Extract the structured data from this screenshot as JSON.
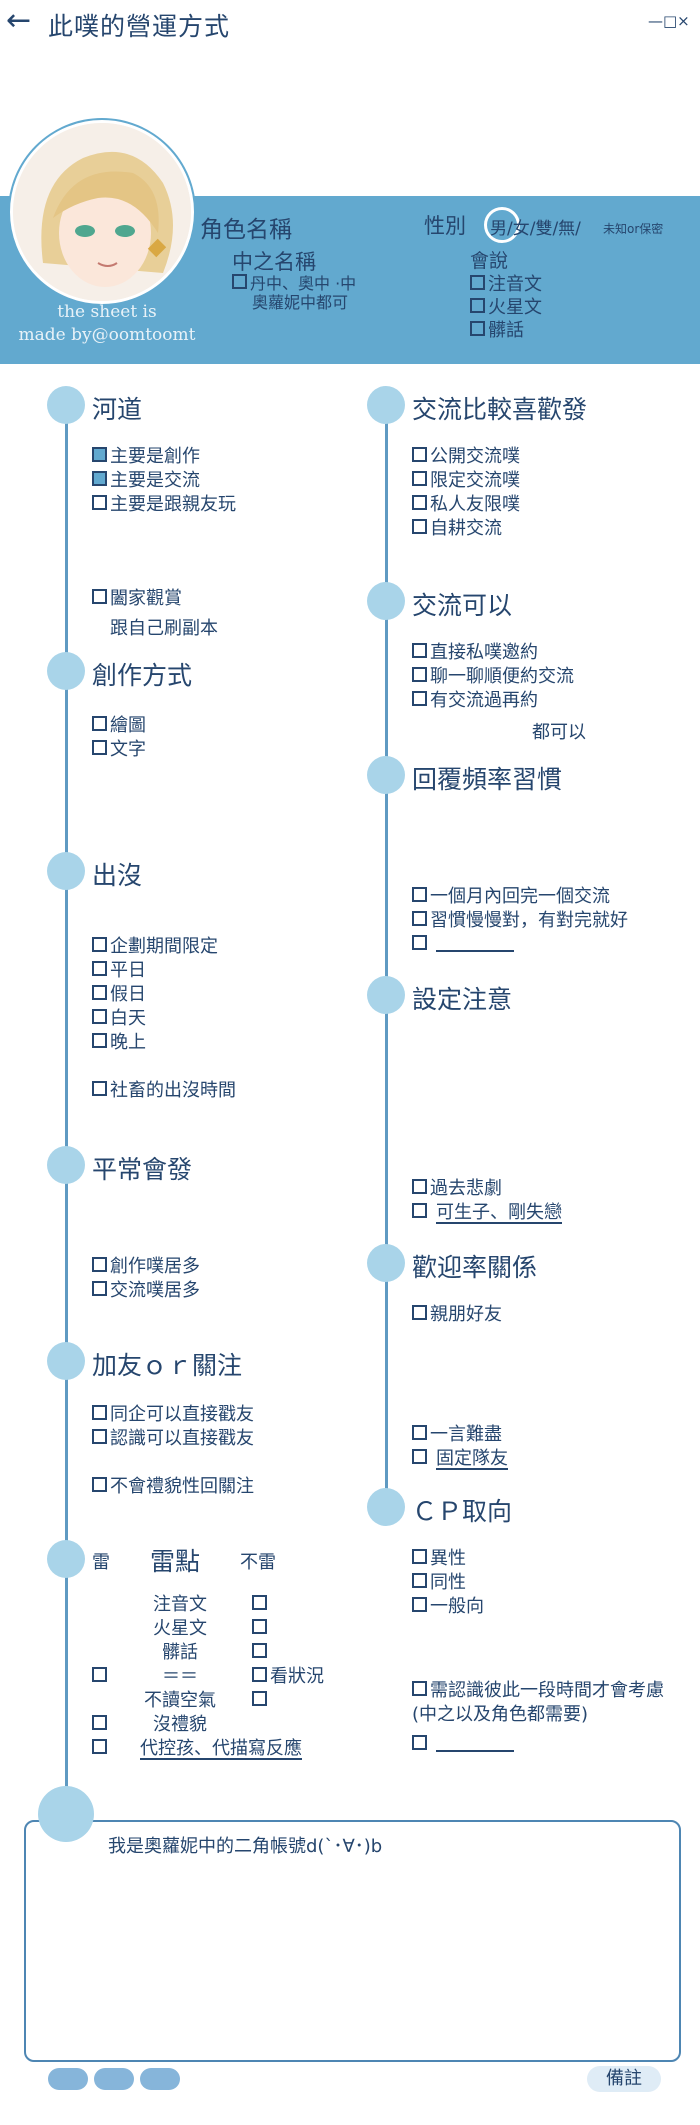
{
  "header": {
    "back_icon": "arrow-left-icon",
    "title": "此噗的營運方式",
    "window_controls": "—□×"
  },
  "profile": {
    "credit_line1": "the sheet is",
    "credit_line2": "made by@oomtoomt",
    "role_name_label": "角色名稱",
    "gender_label": "性別",
    "gender_options": "男/女/雙/無/",
    "gender_extra": "未知or保密",
    "zhong_name_label": "中之名稱",
    "zhong_name_value1": "丹中、奧中 ·中",
    "zhong_name_value2": "奧蘿妮中都可",
    "speech_label": "會說",
    "speech_options": [
      "注音文",
      "火星文",
      "髒話"
    ]
  },
  "left": {
    "hedao": {
      "title": "河道",
      "options": [
        "主要是創作",
        "主要是交流",
        "主要是跟親友玩"
      ],
      "extra_option": "闔家觀賞",
      "handwritten": "跟自己刷副本"
    },
    "create": {
      "title": "創作方式",
      "options": [
        "繪圖",
        "文字"
      ]
    },
    "appear": {
      "title": "出沒",
      "options": [
        "企劃期間限定",
        "平日",
        "假日",
        "白天",
        "晚上"
      ],
      "extra_option": "社畜的出沒時間"
    },
    "usual": {
      "title": "平常會發",
      "options": [
        "創作噗居多",
        "交流噗居多"
      ]
    },
    "friend": {
      "title": "加友ｏｒ關注",
      "options": [
        "同企可以直接戳友",
        "認識可以直接戳友"
      ],
      "extra_option": "不會禮貌性回關注"
    },
    "mines": {
      "title": "雷點",
      "col_left": "雷",
      "col_right": "不雷",
      "rows": [
        "注音文",
        "火星文",
        "髒話",
        "＝＝",
        "不讀空氣",
        "沒禮貌",
        "代控孩、代描寫反應"
      ],
      "extra": "看狀況"
    }
  },
  "right": {
    "exchange_pref": {
      "title": "交流比較喜歡發",
      "options": [
        "公開交流噗",
        "限定交流噗",
        "私人友限噗",
        "自耕交流"
      ]
    },
    "exchange_ok": {
      "title": "交流可以",
      "options": [
        "直接私噗邀約",
        "聊一聊順便約交流",
        "有交流過再約"
      ],
      "handwritten": "都可以"
    },
    "reply": {
      "title": "回覆頻率習慣",
      "options": [
        "一個月內回完一個交流",
        "習慣慢慢對，有對完就好"
      ]
    },
    "setting": {
      "title": "設定注意",
      "options": [
        "過去悲劇"
      ],
      "handwritten": "可生子、剛失戀"
    },
    "welcome": {
      "title": "歡迎率關係",
      "options": [
        "親朋好友",
        "一言難盡"
      ],
      "handwritten": "固定隊友"
    },
    "cp": {
      "title": "ＣＰ取向",
      "options": [
        "異性",
        "同性",
        "一般向"
      ],
      "extra_line1": "需認識彼此一段時間才會考慮",
      "extra_line2": "(中之以及角色都需要)"
    }
  },
  "note": {
    "text": "我是奧蘿妮中的二角帳號d(`･∀･)b"
  },
  "footer": {
    "remark_label": "備註"
  },
  "colors": {
    "band": "#62a9cf",
    "dot": "#a9d4e9",
    "text": "#26466e"
  }
}
